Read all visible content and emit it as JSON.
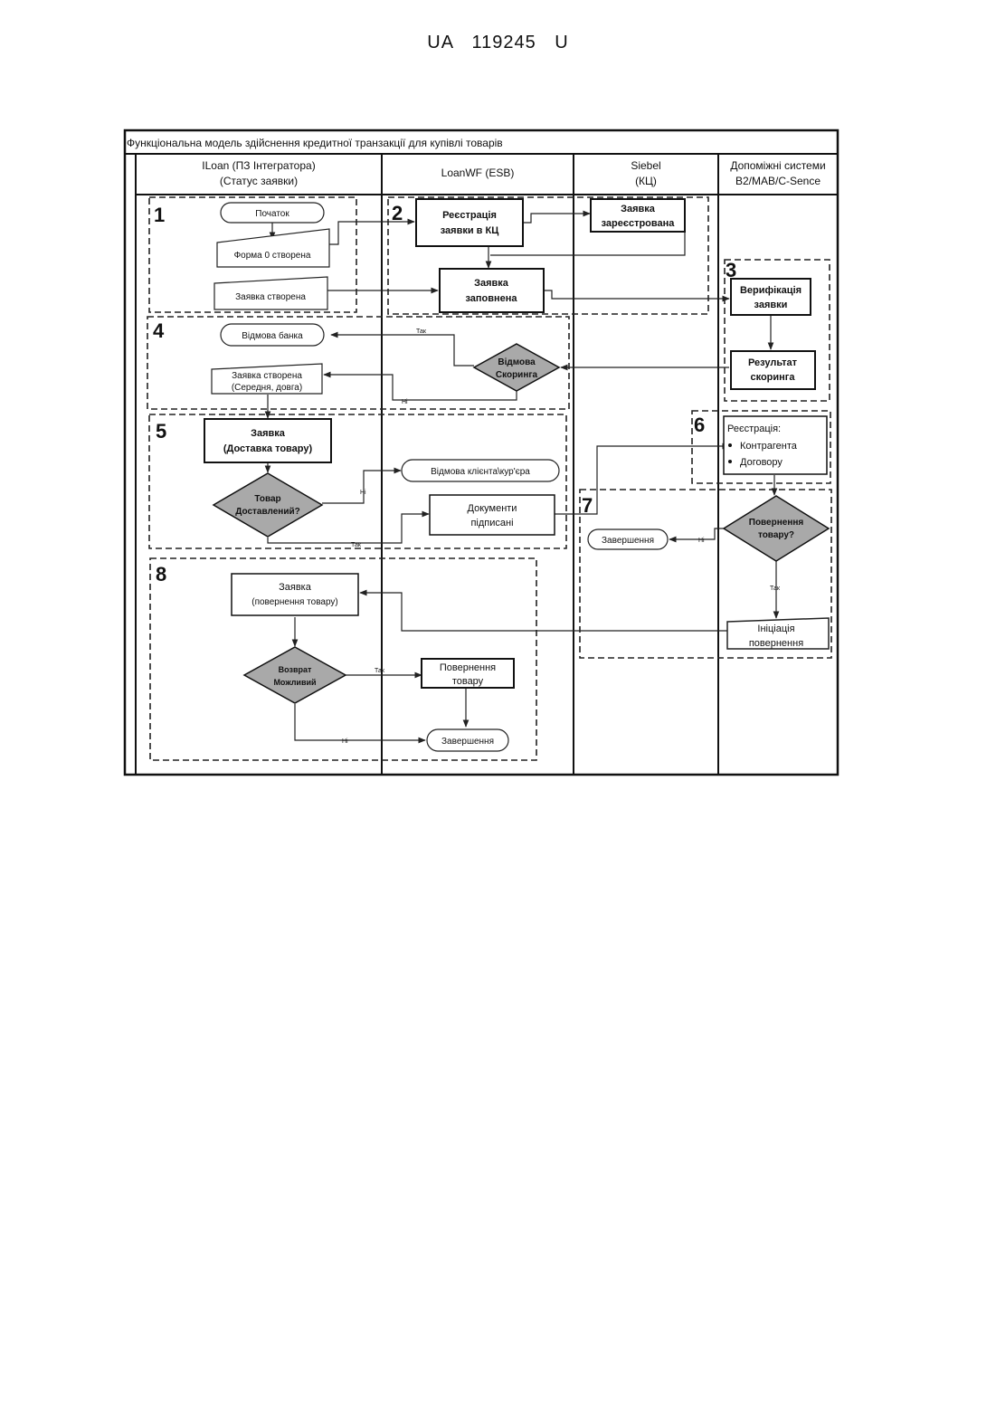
{
  "header": {
    "patent_number": "UA   119245   U"
  },
  "diagram": {
    "title": "Функціональна модель здійснення кредитної транзакції для купівлі товарів",
    "lanes": [
      {
        "line1": "ILoan (ПЗ Інтегратора)",
        "line2": "(Статус заявки)"
      },
      {
        "line1": "LoanWF (ESB)",
        "line2": ""
      },
      {
        "line1": "Siebel",
        "line2": "(КЦ)"
      },
      {
        "line1": "Допоміжні системи",
        "line2": "B2/MAB/C-Sence"
      }
    ],
    "stage_numbers": [
      "1",
      "2",
      "3",
      "4",
      "5",
      "6",
      "7",
      "8"
    ],
    "nodes": {
      "start": "Початок",
      "form0": "Форма 0 створена",
      "app_created_1": "Заявка створена",
      "reg_kc": [
        "Реєстрація",
        "заявки в КЦ"
      ],
      "registered": [
        "Заявка",
        "зареєстрована"
      ],
      "filled": [
        "Заявка",
        "заповнена"
      ],
      "verify": [
        "Верифікація",
        "заявки"
      ],
      "bank_refusal": "Відмова банка",
      "scoring_refusal": [
        "Відмова",
        "Скоринга"
      ],
      "scoring_result": [
        "Результат",
        "скоринга"
      ],
      "app_created_2": [
        "Заявка створена",
        "(Середня, довга)"
      ],
      "delivery": [
        "Заявка",
        "(Доставка товару)"
      ],
      "delivered_q": [
        "Товар",
        "Доставлений?"
      ],
      "client_refusal": "Відмова клієнта\\кур'єра",
      "docs_signed": [
        "Документи",
        "підписані"
      ],
      "registration": "Реєстрація:",
      "reg_items": [
        "Контрагента",
        "Договору"
      ],
      "return_q": [
        "Повернення",
        "товару?"
      ],
      "completion_7": "Завершення",
      "return_init": [
        "Ініціація",
        "повернення"
      ],
      "return_app": [
        "Заявка",
        "(повернення товару)"
      ],
      "return_possible_q": [
        "Возврат",
        "Можливий"
      ],
      "goods_return": [
        "Повернення",
        "товару"
      ],
      "completion_8": "Завершення"
    },
    "edge_labels": {
      "yes": "Так",
      "no": "Ні"
    }
  }
}
